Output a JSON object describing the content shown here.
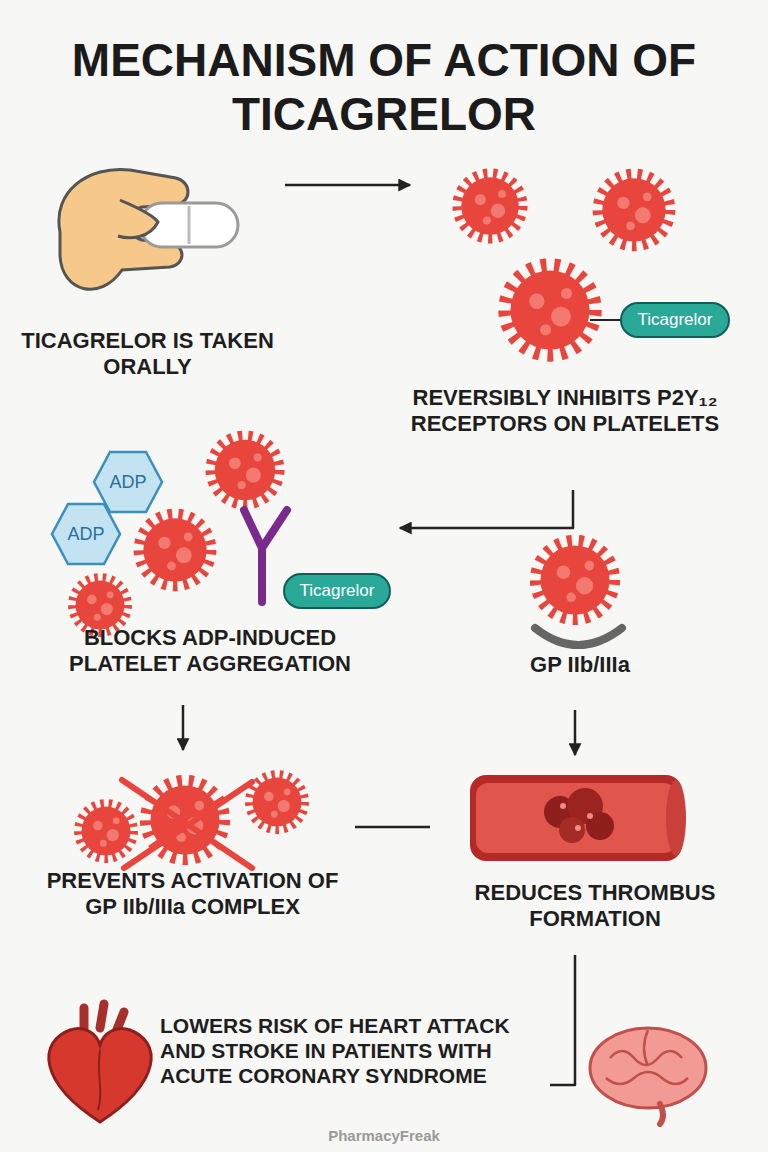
{
  "diagram": {
    "title": "MECHANISM OF ACTION OF TICAGRELOR",
    "nodes": [
      {
        "text": [
          "TICAGRELOR IS TAKEN ORALLY"
        ]
      },
      {
        "text": [
          "REVERSIBLY INHIBITS P2Y₁₂ RECEPTORS ON PLATELETS"
        ]
      },
      {
        "text": [
          "Ticagrelor"
        ],
        "in": 1
      },
      {
        "text": [
          "BLOCKS ADP-INDUCED PLATELET AGGREGATION"
        ]
      },
      {
        "text": [
          "ADP"
        ],
        "in": 3
      },
      {
        "text": [
          "ADP"
        ],
        "in": 3
      },
      {
        "text": [
          "Ticagrelor"
        ],
        "in": 3
      },
      {
        "text": [
          "GP IIb/IIIa"
        ]
      },
      {
        "text": [
          "PREVENTS ACTIVATION OF GP IIb/IIIa COMPLEX"
        ]
      },
      {
        "text": [
          "REDUCES THROMBUS FORMATION"
        ]
      },
      {
        "text": [
          "LOWERS RISK OF HEART ATTACK AND STROKE IN PATIENTS WITH ACUTE CORONARY SYNDROME"
        ]
      }
    ],
    "edges": [
      {
        "from": 0,
        "to": 1,
        "arrow": "to"
      },
      {
        "from": 1,
        "to": 3,
        "arrow": "to"
      },
      {
        "from": 3,
        "to": 8,
        "arrow": "to"
      },
      {
        "from": 7,
        "to": 9,
        "arrow": "to"
      },
      {
        "from": 8,
        "to": 9,
        "arrow": "none"
      },
      {
        "from": 9,
        "to": 10,
        "arrow": "none"
      }
    ],
    "labels": [
      "PharmacyFreak"
    ]
  }
}
